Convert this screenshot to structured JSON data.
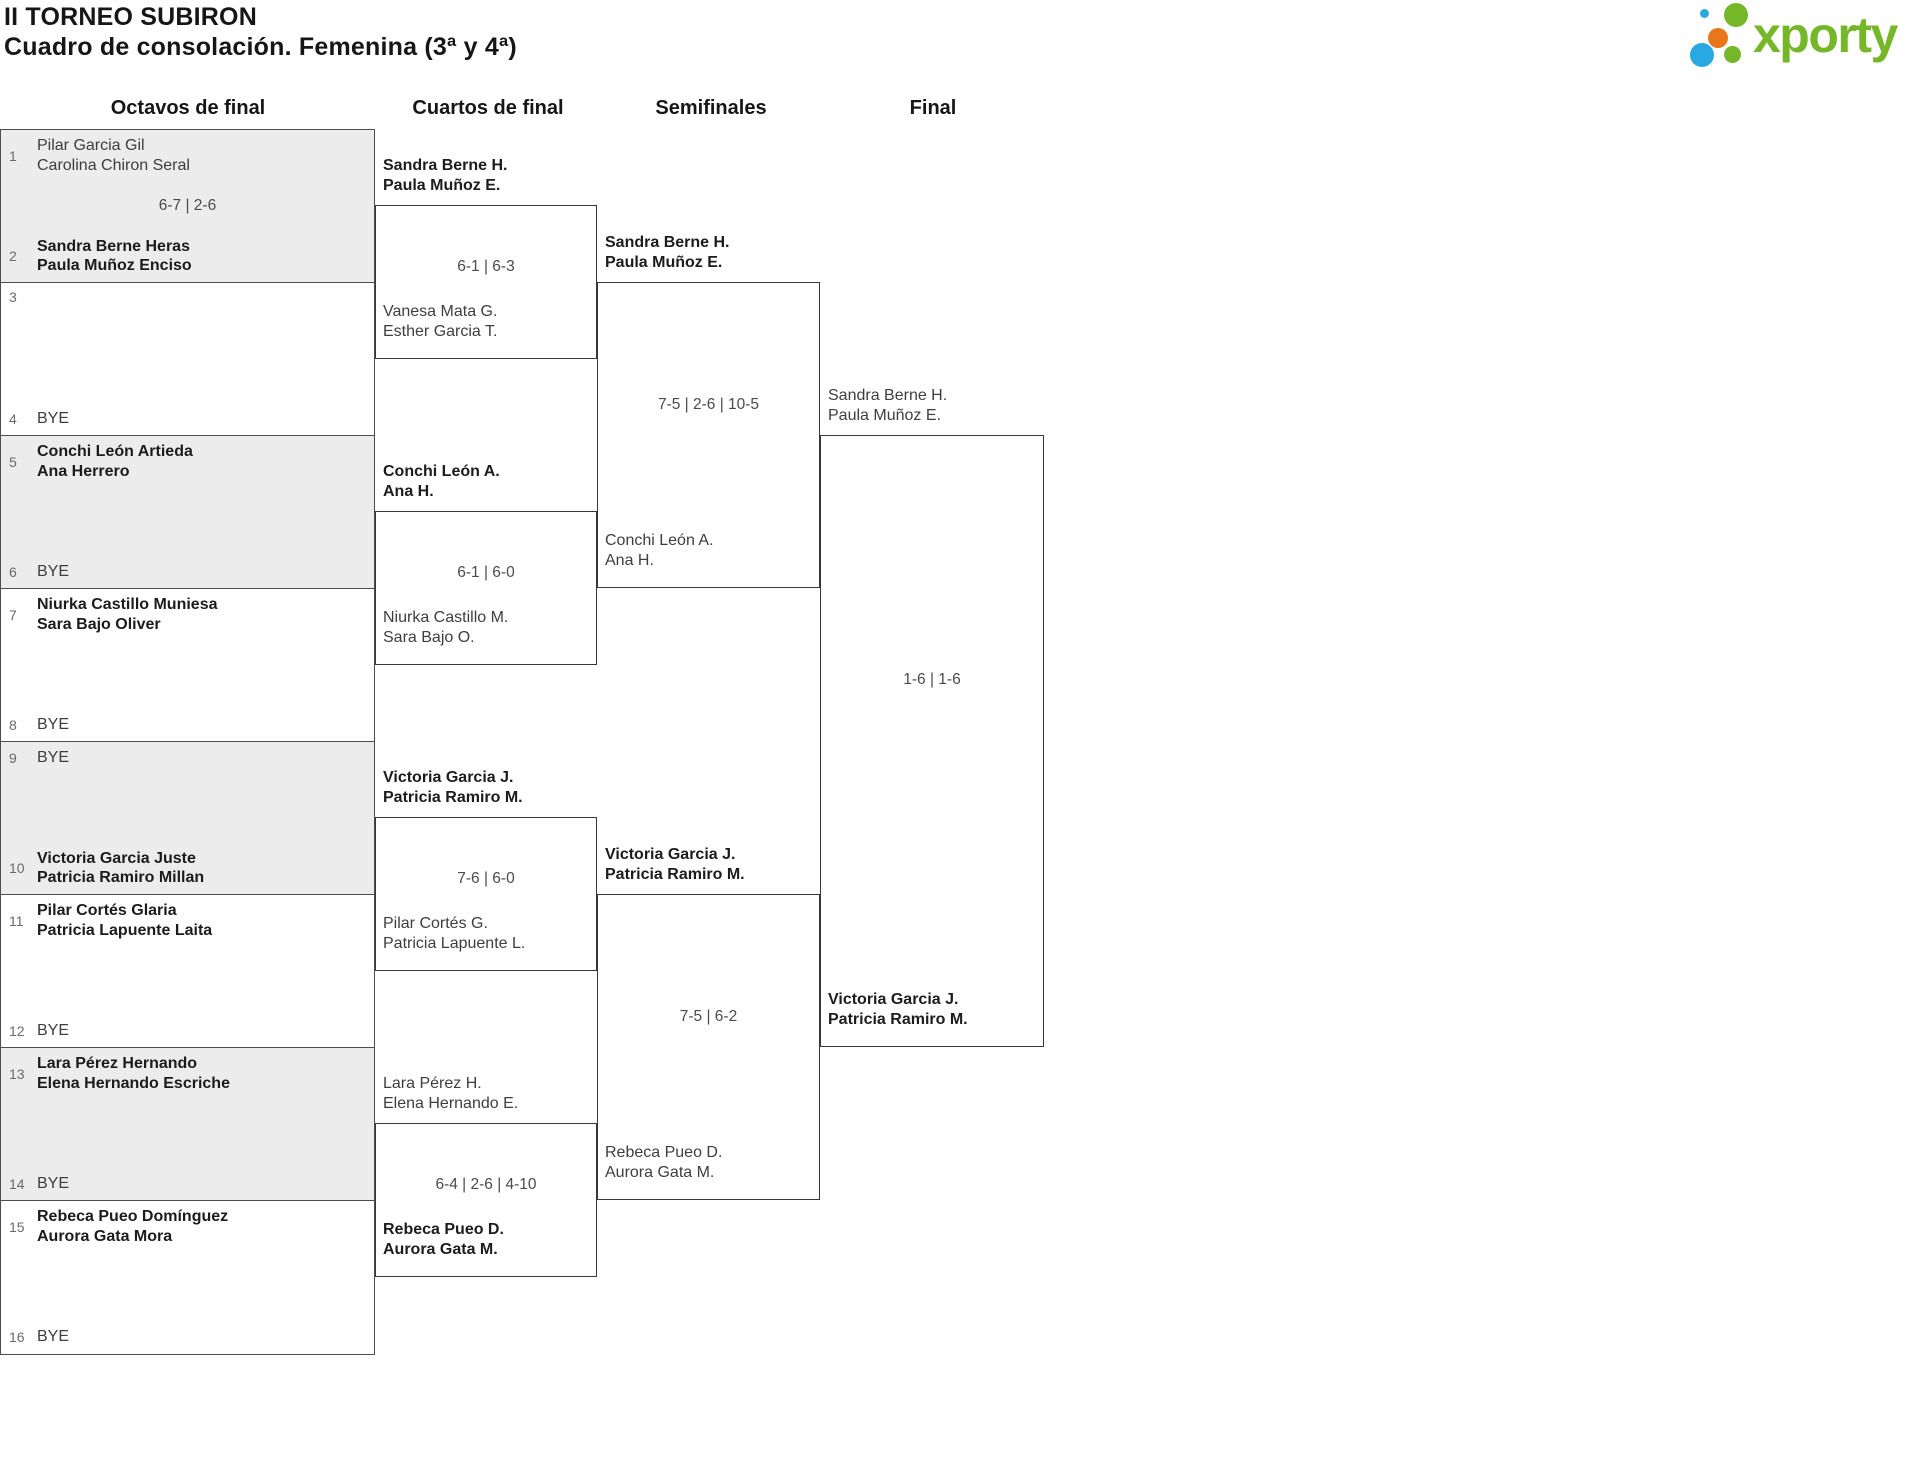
{
  "header": {
    "title": "II TORNEO SUBIRON",
    "subtitle": "Cuadro de consolación. Femenina (3ª y 4ª)",
    "logo_text": "xporty"
  },
  "rounds": [
    "Octavos de final",
    "Cuartos de final",
    "Semifinales",
    "Final"
  ],
  "colors": {
    "logo_green": "#76b729",
    "logo_blue": "#29a9e1",
    "logo_orange": "#e87719",
    "box_fill": "#ececec",
    "box_border": "#4d4d4d",
    "match_border": "#373737"
  },
  "octavos": {
    "slots": [
      {
        "num": "1",
        "l1": "Pilar Garcia Gil",
        "l2": "Carolina Chiron Seral",
        "winner": false
      },
      {
        "num": "2",
        "l1": "Sandra Berne Heras",
        "l2": "Paula Muñoz Enciso",
        "winner": true
      },
      {
        "num": "3",
        "l1": "",
        "l2": "",
        "winner": false
      },
      {
        "num": "4",
        "l1": "BYE",
        "l2": "",
        "winner": false
      },
      {
        "num": "5",
        "l1": "Conchi León Artieda",
        "l2": "Ana Herrero",
        "winner": true
      },
      {
        "num": "6",
        "l1": "BYE",
        "l2": "",
        "winner": false
      },
      {
        "num": "7",
        "l1": "Niurka Castillo Muniesa",
        "l2": "Sara Bajo Oliver",
        "winner": true
      },
      {
        "num": "8",
        "l1": "BYE",
        "l2": "",
        "winner": false
      },
      {
        "num": "9",
        "l1": "BYE",
        "l2": "",
        "winner": false
      },
      {
        "num": "10",
        "l1": "Victoria Garcia Juste",
        "l2": "Patricia Ramiro Millan",
        "winner": true
      },
      {
        "num": "11",
        "l1": "Pilar Cortés Glaria",
        "l2": "Patricia Lapuente Laita",
        "winner": true
      },
      {
        "num": "12",
        "l1": "BYE",
        "l2": "",
        "winner": false
      },
      {
        "num": "13",
        "l1": "Lara Pérez Hernando",
        "l2": "Elena Hernando Escriche",
        "winner": true
      },
      {
        "num": "14",
        "l1": "BYE",
        "l2": "",
        "winner": false
      },
      {
        "num": "15",
        "l1": "Rebeca Pueo Domínguez",
        "l2": "Aurora Gata Mora",
        "winner": true
      },
      {
        "num": "16",
        "l1": "BYE",
        "l2": "",
        "winner": false
      }
    ],
    "pair_scores": [
      "6-7 | 2-6",
      "",
      "",
      "",
      "",
      "",
      "",
      ""
    ]
  },
  "cuartos": [
    {
      "top_l1": "Sandra Berne H.",
      "top_l2": "Paula Muñoz E.",
      "top_winner": true,
      "score": "6-1 | 6-3",
      "bot_l1": "Vanesa Mata G.",
      "bot_l2": "Esther Garcia T.",
      "bot_winner": false
    },
    {
      "top_l1": "Conchi León A.",
      "top_l2": "Ana H.",
      "top_winner": true,
      "score": "6-1 | 6-0",
      "bot_l1": "Niurka Castillo M.",
      "bot_l2": "Sara Bajo O.",
      "bot_winner": false
    },
    {
      "top_l1": "Victoria Garcia J.",
      "top_l2": "Patricia Ramiro M.",
      "top_winner": true,
      "score": "7-6 | 6-0",
      "bot_l1": "Pilar Cortés G.",
      "bot_l2": "Patricia Lapuente L.",
      "bot_winner": false
    },
    {
      "top_l1": "Lara Pérez H.",
      "top_l2": "Elena Hernando E.",
      "top_winner": false,
      "score": "6-4 | 2-6 | 4-10",
      "bot_l1": "Rebeca Pueo D.",
      "bot_l2": "Aurora Gata M.",
      "bot_winner": true
    }
  ],
  "semifinales": [
    {
      "top_l1": "Sandra Berne H.",
      "top_l2": "Paula Muñoz E.",
      "top_winner": true,
      "score": "7-5 | 2-6 | 10-5",
      "bot_l1": "Conchi León A.",
      "bot_l2": "Ana H.",
      "bot_winner": false
    },
    {
      "top_l1": "Victoria Garcia J.",
      "top_l2": "Patricia Ramiro M.",
      "top_winner": true,
      "score": "7-5 | 6-2",
      "bot_l1": "Rebeca Pueo D.",
      "bot_l2": "Aurora Gata M.",
      "bot_winner": false
    }
  ],
  "final": {
    "top_l1": "Sandra Berne H.",
    "top_l2": "Paula Muñoz E.",
    "top_winner": false,
    "score": "1-6 | 1-6",
    "bot_l1": "Victoria Garcia J.",
    "bot_l2": "Patricia Ramiro M.",
    "bot_winner": true
  }
}
